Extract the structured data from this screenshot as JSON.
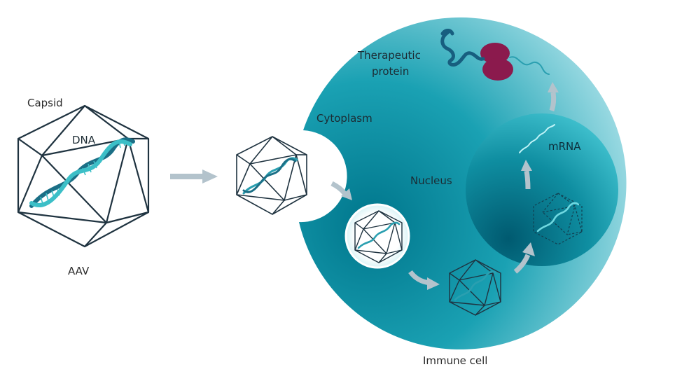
{
  "labels": {
    "capsid": "Capsid",
    "dna": "DNA",
    "aav": "AAV",
    "cytoplasm": "Cytoplasm",
    "nucleus": "Nucleus",
    "mrna": "mRNA",
    "therapeutic_protein_line1": "Therapeutic",
    "therapeutic_protein_line2": "protein",
    "immune_cell": "Immune cell"
  },
  "colors": {
    "cell_dark": "#00788e",
    "cell_light": "#bfe9ef",
    "nucleus_dark": "#005f75",
    "nucleus_light": "#2fb3c2",
    "capsid_outline": "#1f3340",
    "dna_dark": "#1b6f86",
    "dna_light": "#3cbfc7",
    "arrow": "#b3c3cc",
    "protein": "#8b1a4d",
    "protein_chain": "#175e7f"
  }
}
